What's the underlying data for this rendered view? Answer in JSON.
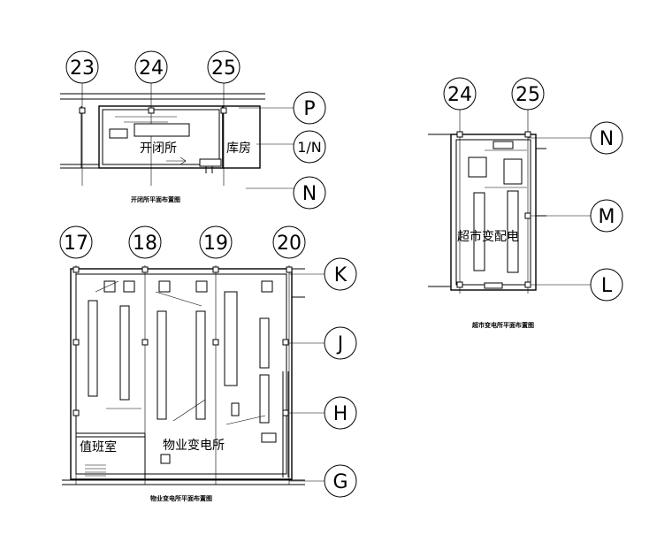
{
  "upper_left_plan": {
    "axis_bubbles": [
      "23",
      "24",
      "25"
    ],
    "row_bubbles": [
      "P",
      "1/N",
      "N"
    ],
    "rooms": [
      "开闭所",
      "库房"
    ],
    "caption": "开闭所平面布置图"
  },
  "right_plan": {
    "axis_bubbles": [
      "24",
      "25"
    ],
    "row_bubbles": [
      "N",
      "M",
      "L"
    ],
    "rooms": [
      "超市变配电"
    ],
    "caption": "超市变电所平面布置图"
  },
  "lower_left_plan": {
    "axis_bubbles": [
      "17",
      "18",
      "19",
      "20"
    ],
    "row_bubbles": [
      "K",
      "J",
      "H",
      "G"
    ],
    "rooms": [
      "值班室",
      "物业变电所"
    ],
    "caption": "物业变电所平面布置图"
  }
}
